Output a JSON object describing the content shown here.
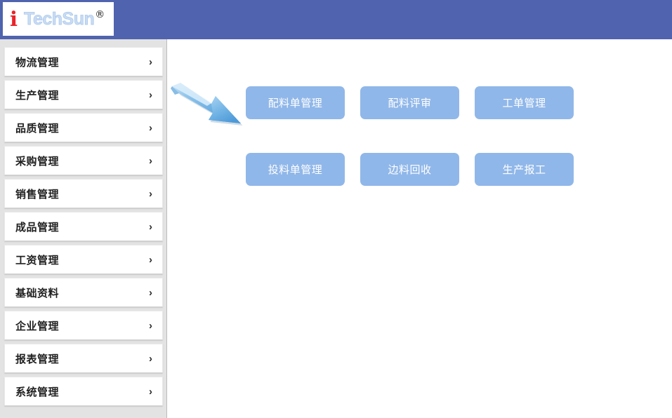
{
  "header": {
    "logo": {
      "mark": "i",
      "word": "TechSun",
      "trademark": "®"
    },
    "background_color": "#4f63ae"
  },
  "sidebar": {
    "background_color": "#e3e3e3",
    "chevron": "›",
    "items": [
      {
        "label": "物流管理",
        "chevron": "›"
      },
      {
        "label": "生产管理",
        "chevron": "›"
      },
      {
        "label": "品质管理",
        "chevron": "›"
      },
      {
        "label": "采购管理",
        "chevron": "›"
      },
      {
        "label": "销售管理",
        "chevron": "›"
      },
      {
        "label": "成品管理",
        "chevron": "›"
      },
      {
        "label": "工资管理",
        "chevron": "›"
      },
      {
        "label": "基础资料",
        "chevron": "›"
      },
      {
        "label": "企业管理",
        "chevron": "›"
      },
      {
        "label": "报表管理",
        "chevron": "›"
      },
      {
        "label": "系统管理",
        "chevron": "›"
      }
    ]
  },
  "main": {
    "background_color": "#ffffff",
    "tile_color": "#90b7e9",
    "tile_text_color": "#ffffff",
    "rows": [
      {
        "tiles": [
          {
            "label": "配料单管理"
          },
          {
            "label": "配料评审"
          },
          {
            "label": "工单管理"
          }
        ]
      },
      {
        "tiles": [
          {
            "label": "投料单管理"
          },
          {
            "label": "边料回收"
          },
          {
            "label": "生产报工"
          }
        ]
      }
    ]
  },
  "annotation": {
    "arrow": {
      "name": "pointer-arrow",
      "direction": "down-right",
      "color": "#79b2e6"
    }
  }
}
